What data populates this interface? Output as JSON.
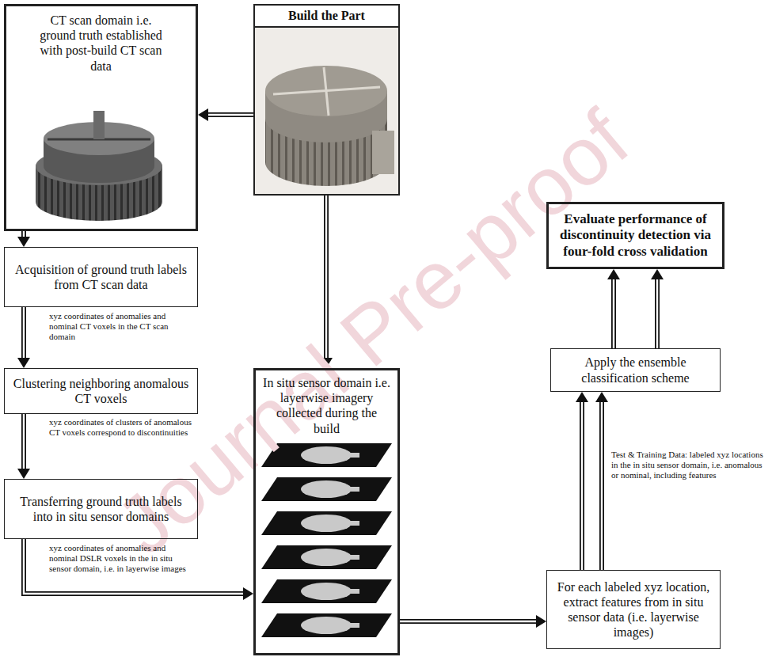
{
  "diagram": {
    "nodes": [
      {
        "text": [
          "CT scan domain i.e. ground truth established with post-build CT scan data"
        ]
      },
      {
        "text": [
          "Build the Part"
        ]
      },
      {
        "text": [
          "Acquisition of ground truth labels from CT scan data"
        ]
      },
      {
        "text": [
          "Clustering neighboring anomalous CT voxels"
        ]
      },
      {
        "text": [
          "Transferring ground truth labels into in situ sensor domains"
        ]
      },
      {
        "text": [
          "In situ sensor domain i.e. layerwise imagery collected during the build"
        ]
      },
      {
        "text": [
          "Evaluate performance of discontinuity detection via four-fold cross validation"
        ]
      },
      {
        "text": [
          "Apply the ensemble classification scheme"
        ]
      },
      {
        "text": [
          "For each labeled xyz location, extract features from in situ sensor data (i.e. layerwise images)"
        ]
      }
    ],
    "edges": [
      {
        "from": 1,
        "to": 0,
        "arrow": "to"
      },
      {
        "from": 0,
        "to": 2,
        "arrow": "to"
      },
      {
        "from": 2,
        "to": 3,
        "label": "xyz coordinates of anomalies and nominal CT voxels in the CT scan domain",
        "arrow": "to"
      },
      {
        "from": 3,
        "to": 4,
        "label": "xyz coordinates of clusters of anomalous CT voxels correspond to discontinuities",
        "arrow": "to"
      },
      {
        "from": 4,
        "to": 5,
        "label": "xyz coordinates of anomalies and nominal DSLR voxels in the in situ sensor domain, i.e. in layerwise images",
        "arrow": "to"
      },
      {
        "from": 1,
        "to": 5,
        "arrow": "to"
      },
      {
        "from": 5,
        "to": 8,
        "arrow": "to"
      },
      {
        "from": 8,
        "to": 7,
        "arrow": "to"
      },
      {
        "from": 8,
        "to": 7,
        "label": "Test & Training Data: labeled xyz locations in the in situ sensor domain, i.e. anomalous or nominal, including features",
        "arrow": "to"
      },
      {
        "from": 7,
        "to": 6,
        "arrow": "to"
      },
      {
        "from": 7,
        "to": 6,
        "arrow": "to"
      }
    ],
    "labels": [
      "Journal Pre-proof"
    ]
  }
}
